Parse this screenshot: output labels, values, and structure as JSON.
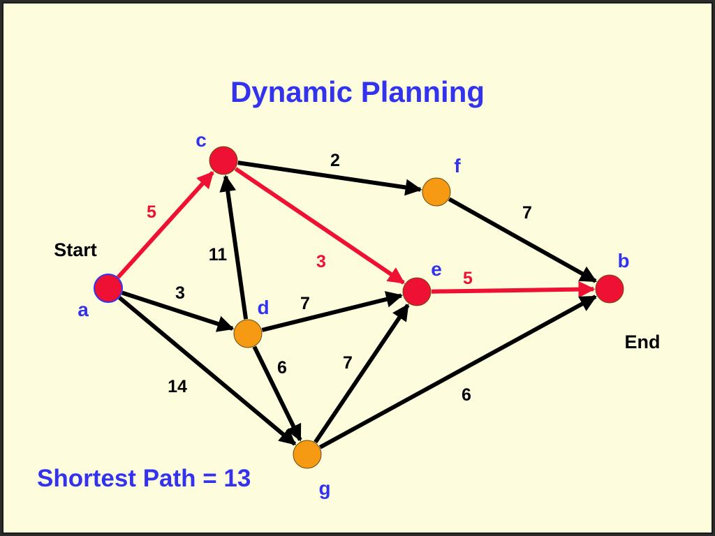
{
  "title": "Dynamic Planning",
  "result": "Shortest Path = 13",
  "colors": {
    "background": "#fdfddd",
    "title_text": "#3333ee",
    "node_label": "#3333ee",
    "path_edge": "#ee1133",
    "normal_edge": "#000000",
    "path_node": "#ee1133",
    "other_node": "#f59a12",
    "start_node_outline": "#3333ee"
  },
  "nodes": [
    {
      "id": "a",
      "label": "a",
      "role": "start",
      "on_path": true
    },
    {
      "id": "c",
      "label": "c",
      "on_path": true
    },
    {
      "id": "d",
      "label": "d",
      "on_path": false
    },
    {
      "id": "e",
      "label": "e",
      "on_path": true
    },
    {
      "id": "f",
      "label": "f",
      "on_path": false
    },
    {
      "id": "g",
      "label": "g",
      "on_path": false
    },
    {
      "id": "b",
      "label": "b",
      "role": "end",
      "on_path": true
    }
  ],
  "terminal_labels": {
    "start": "Start",
    "end": "End"
  },
  "edges": [
    {
      "from": "a",
      "to": "c",
      "weight": "5",
      "on_path": true
    },
    {
      "from": "a",
      "to": "d",
      "weight": "3",
      "on_path": false
    },
    {
      "from": "a",
      "to": "g",
      "weight": "14",
      "on_path": false
    },
    {
      "from": "d",
      "to": "c",
      "weight": "11",
      "on_path": false
    },
    {
      "from": "c",
      "to": "f",
      "weight": "2",
      "on_path": false
    },
    {
      "from": "c",
      "to": "e",
      "weight": "3",
      "on_path": true
    },
    {
      "from": "d",
      "to": "e",
      "weight": "7",
      "on_path": false
    },
    {
      "from": "d",
      "to": "g",
      "weight": "6",
      "on_path": false
    },
    {
      "from": "g",
      "to": "e",
      "weight": "7",
      "on_path": false
    },
    {
      "from": "f",
      "to": "b",
      "weight": "7",
      "on_path": false
    },
    {
      "from": "e",
      "to": "b",
      "weight": "5",
      "on_path": true
    },
    {
      "from": "g",
      "to": "b",
      "weight": "6",
      "on_path": false
    }
  ]
}
